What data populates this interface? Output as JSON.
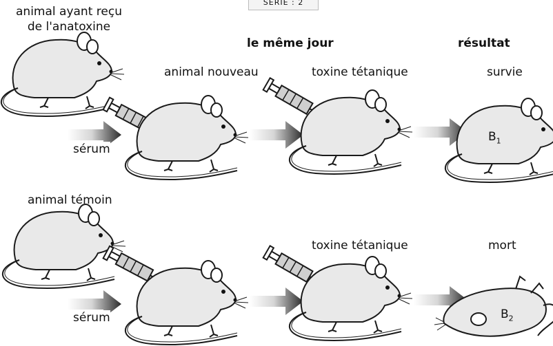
{
  "header": {
    "tag": "SÉRIE : 2"
  },
  "top_row": {
    "source_label_line1": "animal ayant reçu",
    "source_label_line2": "de l'anatoxine",
    "serum_label": "sérum",
    "recipient_label": "animal nouveau",
    "injection_label": "toxine tétanique",
    "result_label": "survie",
    "result_marker": "B",
    "result_marker_sub": "1"
  },
  "column_headers": {
    "same_day": "le même jour",
    "result": "résultat"
  },
  "bottom_row": {
    "source_label": "animal témoin",
    "serum_label": "sérum",
    "injection_label": "toxine tétanique",
    "result_label": "mort",
    "result_marker": "B",
    "result_marker_sub": "2"
  },
  "colors": {
    "arrow_dark": "#2b2b2b",
    "arrow_light": "#d6d6d6",
    "mouse_fill": "#e9e9e9",
    "outline": "#1a1a1a",
    "syringe_fill": "#cfcfcf"
  },
  "icons": [
    "mouse-icon",
    "syringe-icon",
    "arrow-icon",
    "dead-mouse-icon"
  ]
}
